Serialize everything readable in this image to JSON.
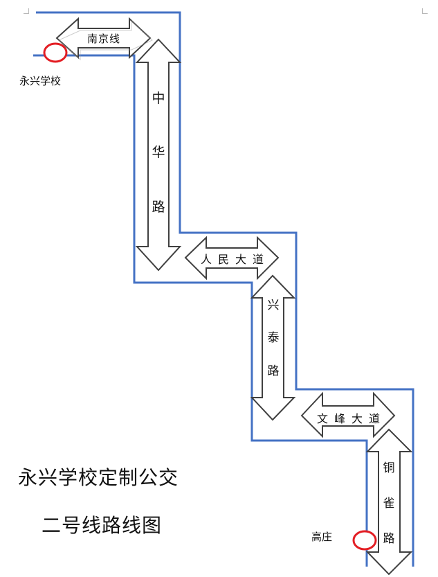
{
  "map": {
    "title_line1": "永兴学校定制公交",
    "title_line2": "二号线路线图",
    "route_color": "#4472c4",
    "stop_color": "#e31e24",
    "arrow_fill": "#ffffff",
    "arrow_stroke": "#404040",
    "stops": {
      "start": "永兴学校",
      "end": "高庄"
    },
    "roads": {
      "nanjing": "南京线",
      "zhonghua": [
        "中",
        "华",
        "路"
      ],
      "renmin": "人民大道",
      "xingtai": [
        "兴",
        "泰",
        "路"
      ],
      "wenfeng": "文峰大道",
      "tongque": [
        "铜",
        "雀",
        "路"
      ]
    }
  }
}
